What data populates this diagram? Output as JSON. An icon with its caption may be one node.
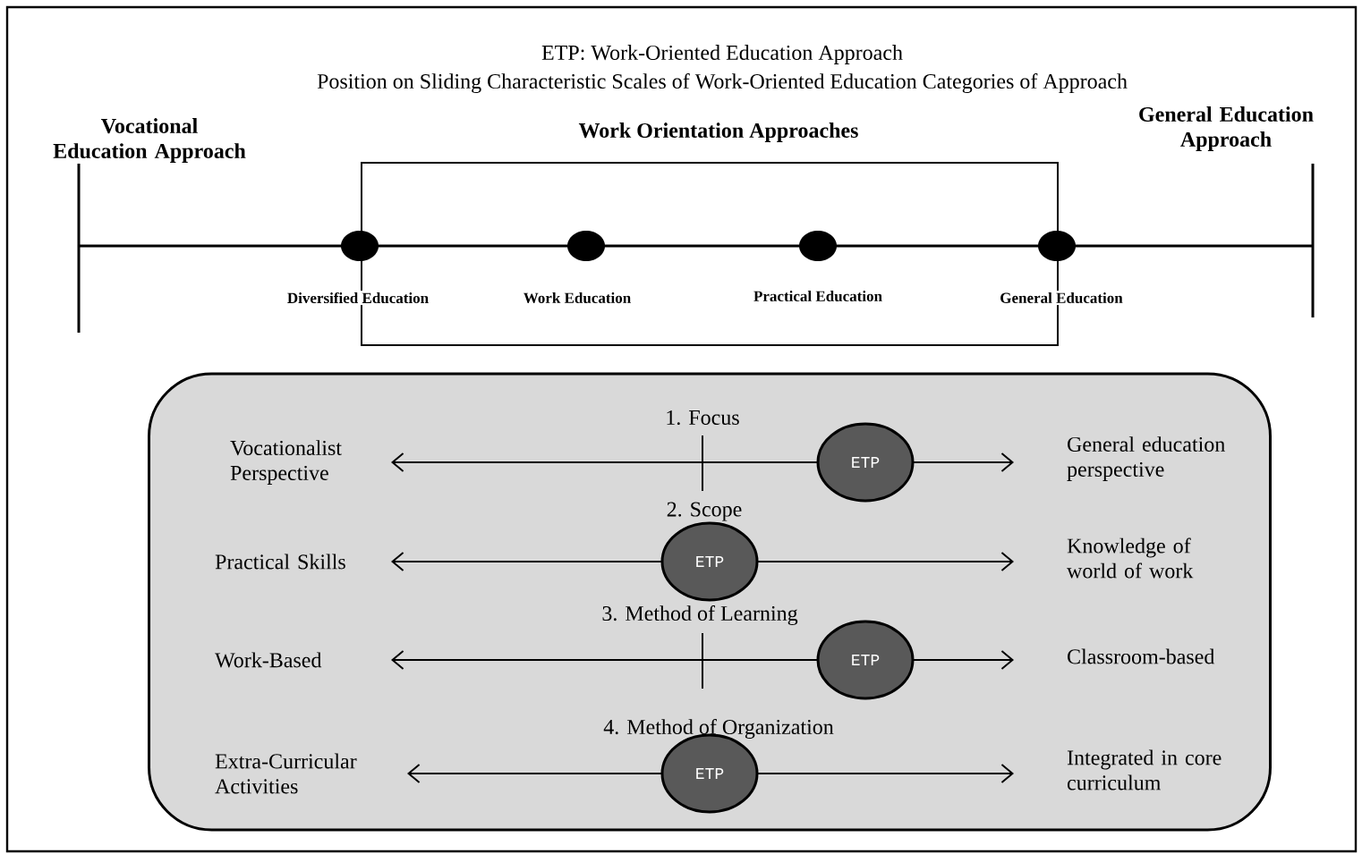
{
  "diagram": {
    "title": "ETP: Work-Oriented Education Approach",
    "nodes": [
      {
        "text": [
          "Work Orientation Approaches"
        ]
      },
      {
        "text": [],
        "shape": "circle"
      },
      {
        "text": [],
        "shape": "circle",
        "in": 0
      },
      {
        "text": [],
        "shape": "circle",
        "in": 0
      },
      {
        "text": [],
        "shape": "circle"
      },
      {
        "text": [],
        "shape": "box"
      },
      {
        "text": [
          "ETP"
        ],
        "in": 5
      },
      {
        "text": [
          "ETP"
        ],
        "in": 5
      },
      {
        "text": [
          "ETP"
        ],
        "in": 5
      },
      {
        "text": [
          "ETP"
        ],
        "in": 5
      }
    ],
    "labels": [
      "Position on Sliding Characteristic Scales of Work-Oriented Education Categories of Approach",
      "Vocational Education Approach",
      "General Education Approach",
      "Diversified Education",
      "Work Education",
      "Practical Education",
      "General Education",
      "1. Focus",
      "Vocationalist Perspective",
      "General education perspective",
      "2. Scope",
      "Practical Skills",
      "Knowledge of world of work",
      "3. Method of Learning",
      "Work-Based",
      "Classroom-based",
      "4. Method of Organization",
      "Extra-Curricular Activities",
      "Integrated in core curriculum"
    ]
  }
}
